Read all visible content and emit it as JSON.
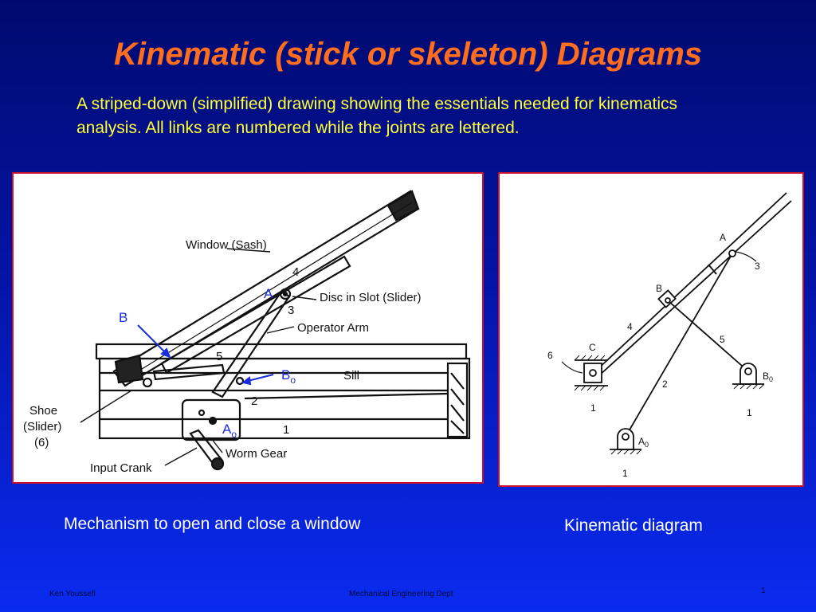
{
  "slide": {
    "title": "Kinematic (stick or skeleton) Diagrams",
    "description": "A striped-down (simplified) drawing showing the essentials needed for kinematics analysis. All links are numbered while the joints are lettered.",
    "caption_left": "Mechanism to open and close a window",
    "caption_right": "Kinematic diagram",
    "footer_left": "Ken Youssefi",
    "footer_center": "Mechanical Engineering Dept",
    "page_number": "1"
  },
  "mechanism": {
    "label_window": "Window (Sash)",
    "label_disc": "Disc in Slot (Slider)",
    "label_operator": "Operator Arm",
    "label_sill": "Sill",
    "label_shoe_1": "Shoe",
    "label_shoe_2": "(Slider)",
    "label_shoe_3": "(6)",
    "label_input": "Input Crank",
    "label_worm": "Worm Gear",
    "n4": "4",
    "n3": "3",
    "n5": "5",
    "n2": "2",
    "n1": "1",
    "joint_a": "A",
    "joint_b": "B",
    "joint_bo_main": "B",
    "joint_bo_sub": "o",
    "joint_ao_main": "A",
    "joint_ao_sub": "o"
  },
  "kinematic": {
    "joint_a": "A",
    "joint_b": "B",
    "joint_c": "C",
    "joint_bo_main": "B",
    "joint_bo_sub": "0",
    "joint_ao_main": "A",
    "joint_ao_sub": "0",
    "n3": "3",
    "n4": "4",
    "n5": "5",
    "n6": "6",
    "n2": "2",
    "ground_c": "1",
    "ground_bo": "1",
    "ground_ao": "1"
  },
  "colors": {
    "title": "#ff6d1f",
    "description": "#ffff33",
    "panel_border": "#c8102e",
    "annotation_blue": "#1a2ee0"
  }
}
